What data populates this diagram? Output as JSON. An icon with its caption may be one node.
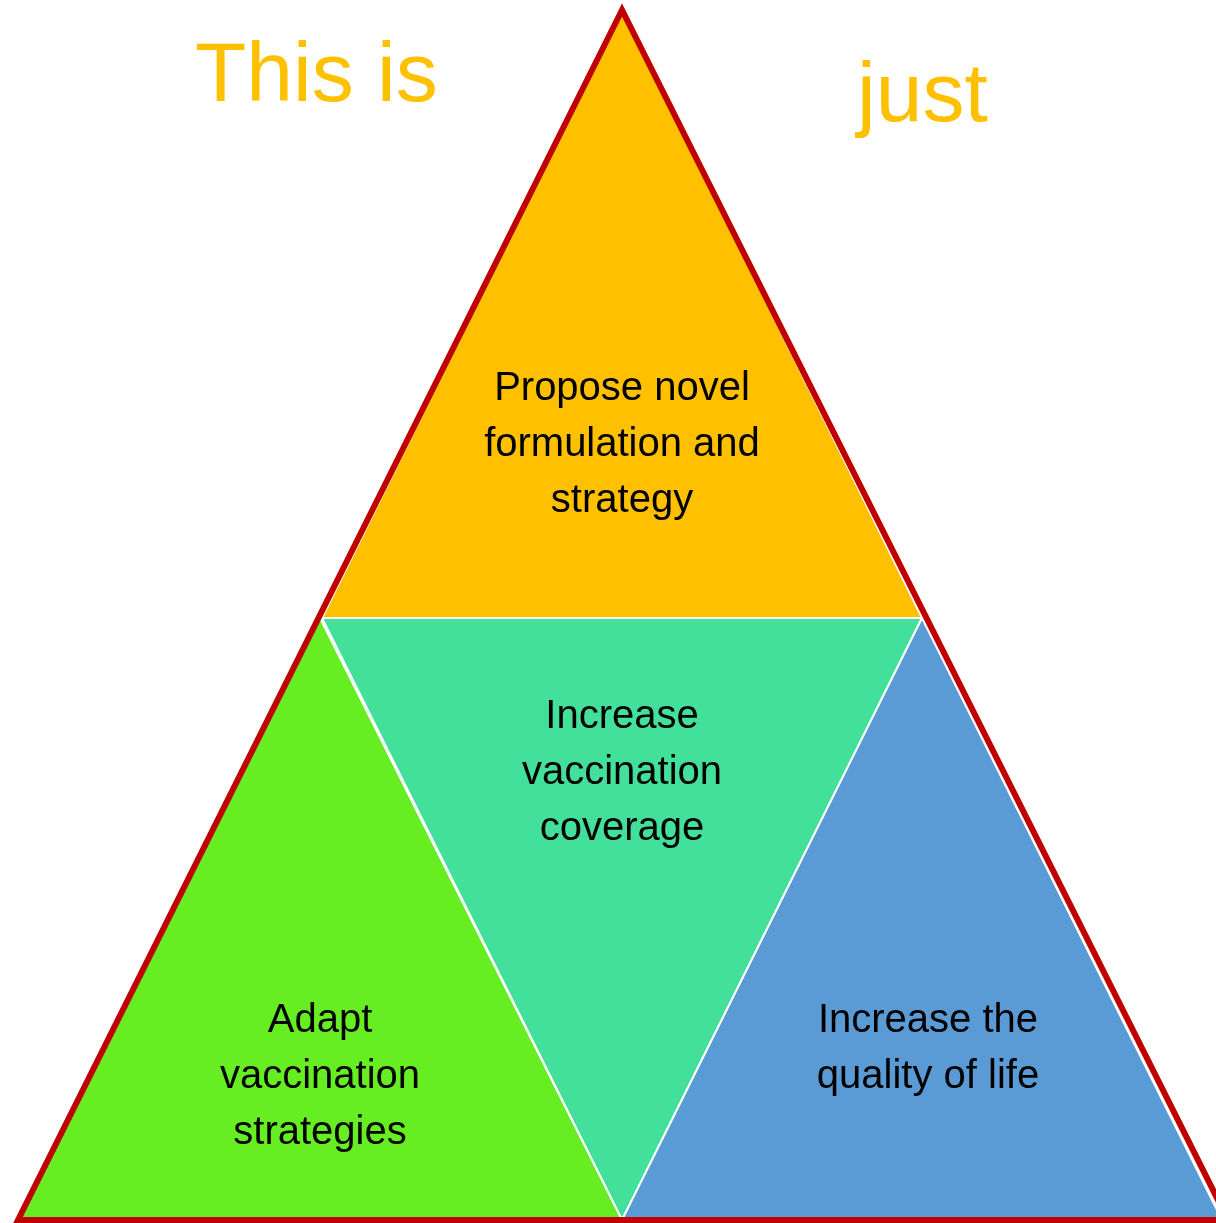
{
  "diagram": {
    "nodes": [
      {
        "text": [
          "Propose novel formulation and strategy"
        ]
      },
      {
        "text": [
          "Increase vaccination coverage"
        ]
      },
      {
        "text": [
          "Adapt vaccination strategies"
        ]
      },
      {
        "text": [
          "Increase the quality of life"
        ]
      }
    ],
    "labels": [
      "This is",
      "just"
    ]
  }
}
